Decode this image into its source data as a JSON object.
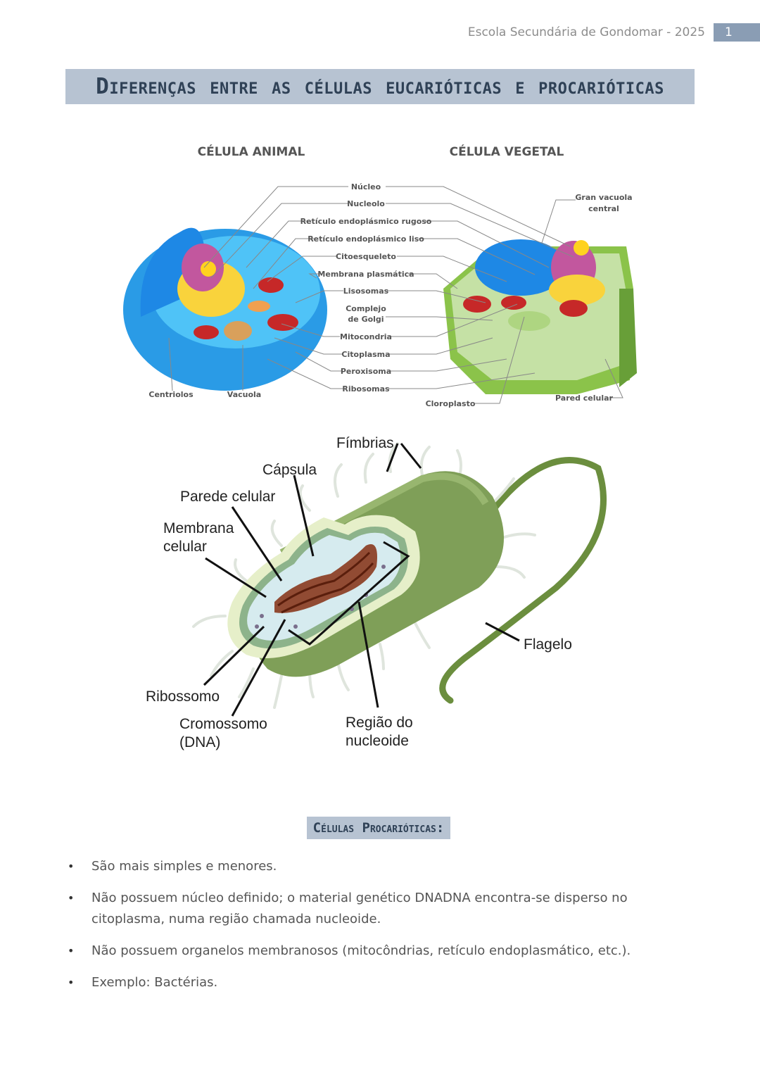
{
  "header": {
    "school": "Escola Secundária de Gondomar - 2025",
    "page": "1"
  },
  "title": "Diferenças entre as células eucarióticas e procarióticas",
  "euk_diagram": {
    "animal_title": "CÉLULA ANIMAL",
    "plant_title": "CÉLULA VEGETAL",
    "center_labels": [
      "Núcleo",
      "Nucleolo",
      "Retículo endoplásmico rugoso",
      "Retículo endoplásmico liso",
      "Citoesqueleto",
      "Membrana plasmática",
      "Lisosomas",
      "Complejo",
      "de Golgi",
      "Mitocondria",
      "Citoplasma",
      "Peroxisoma",
      "Ribosomas"
    ],
    "centriolos": "Centriolos",
    "vacuola": "Vacuola",
    "gran_vacuola_1": "Gran vacuola",
    "gran_vacuola_2": "central",
    "cloroplasto": "Cloroplasto",
    "pared": "Pared celular"
  },
  "prok_diagram": {
    "fimbrias": "Fímbrias",
    "capsula": "Cápsula",
    "parede": "Parede celular",
    "membrana_1": "Membrana",
    "membrana_2": "celular",
    "ribossomo": "Ribossomo",
    "cromossomo_1": "Cromossomo",
    "cromossomo_2": "(DNA)",
    "regiao_1": "Região do",
    "regiao_2": "nucleoide",
    "flagelo": "Flagelo"
  },
  "section_title": "Células Procarióticas:",
  "bullets": [
    "São mais simples e menores.",
    "Não possuem núcleo definido; o material genético DNADNA encontra-se disperso no citoplasma, numa região chamada nucleoide.",
    "Não possuem organelos membranosos (mitocôndrias, retículo endoplasmático, etc.).",
    "Exemplo: Bactérias."
  ],
  "colors": {
    "accent_box": "#b7c3d2",
    "accent_text": "#2f4156",
    "page_badge": "#8a9db4"
  }
}
